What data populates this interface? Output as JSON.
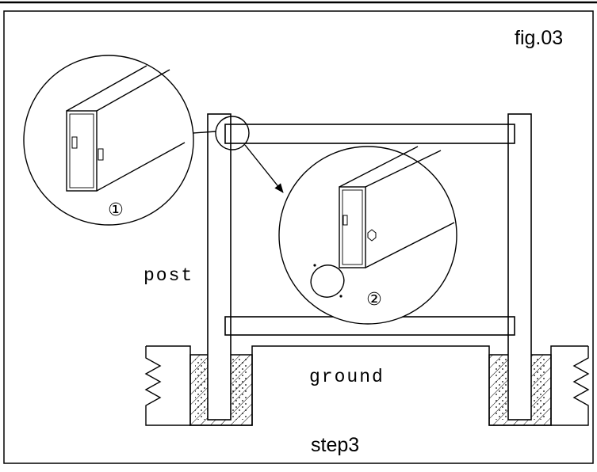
{
  "figure": {
    "fig_label": "fig.03",
    "step_label": "step3"
  },
  "labels": {
    "post": "post",
    "ground": "ground"
  },
  "callouts": {
    "detail_1_number": "①",
    "detail_2_number": "②"
  },
  "colors": {
    "line": "#000000",
    "background": "#ffffff"
  }
}
